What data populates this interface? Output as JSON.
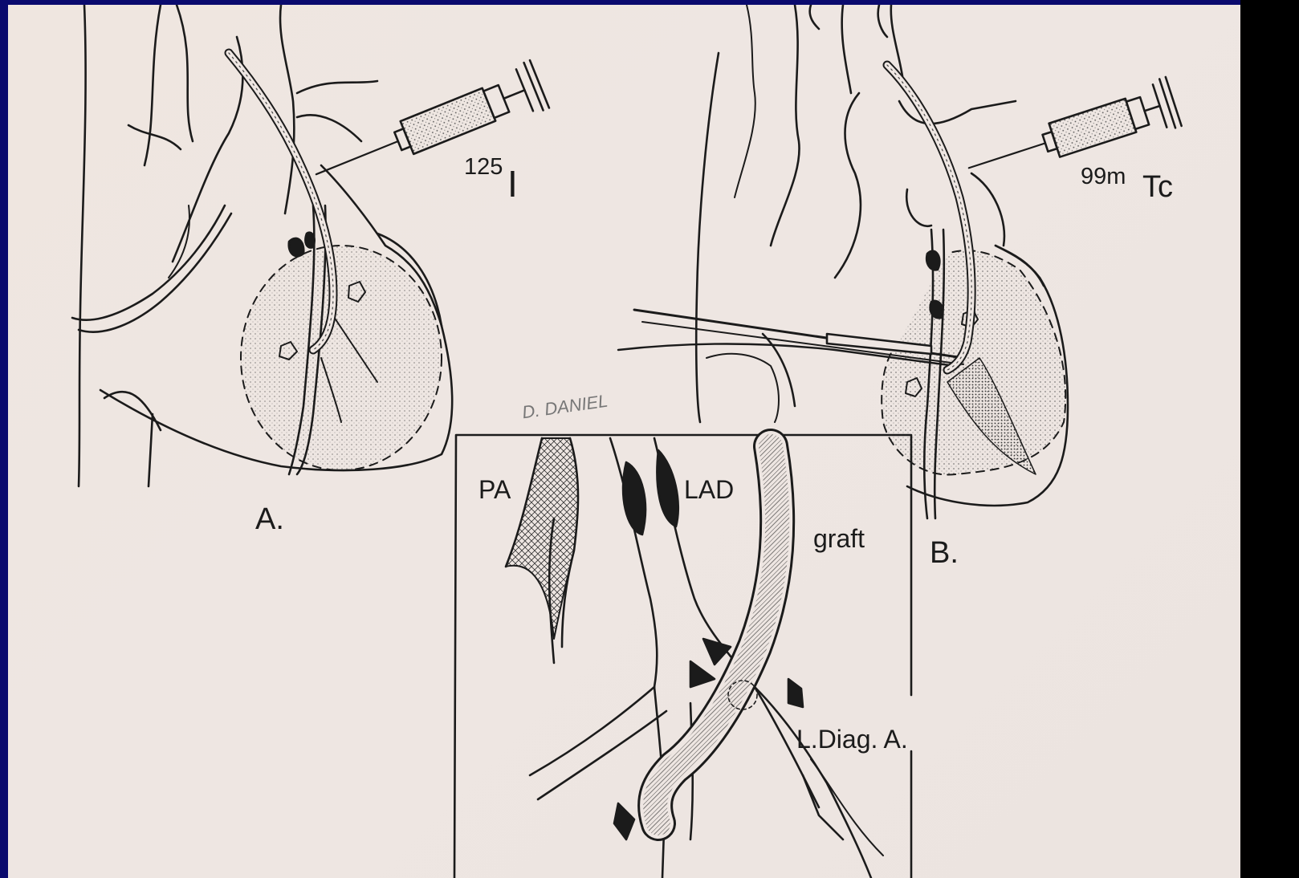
{
  "labels": {
    "isotope_a_mass": "125",
    "isotope_a_symbol": "I",
    "isotope_b_mass": "99m",
    "isotope_b_symbol": "Tc",
    "panel_a": "A.",
    "panel_b": "B.",
    "pa": "PA",
    "lad": "LAD",
    "graft": "graft",
    "l_diag": "L.Diag. A.",
    "signature": "D. DANIEL"
  },
  "colors": {
    "background_frame": "#0a0a6e",
    "paper": "#eee6e2",
    "ink": "#1b1b1b"
  }
}
